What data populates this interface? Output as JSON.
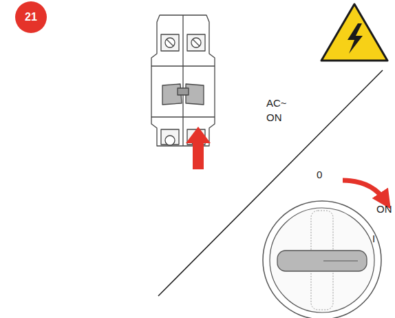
{
  "diagram": {
    "nodes": [
      {
        "text": [
          "21"
        ]
      }
    ],
    "labels": [
      "AC~ ON",
      "0",
      "ON",
      "I"
    ]
  }
}
